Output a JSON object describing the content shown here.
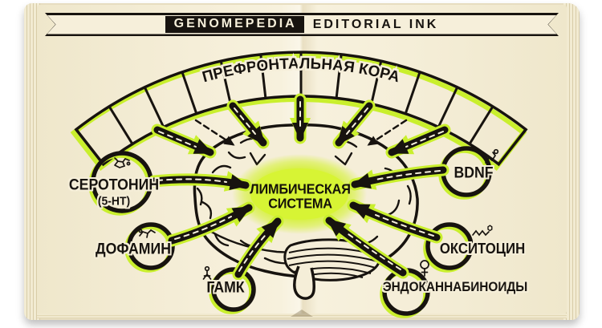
{
  "header": {
    "brand": "GENOMEPEDIA",
    "tagline": "EDITORIAL INK"
  },
  "diagram": {
    "arc_title": "ПРЕФРОНТАЛЬНАЯ КОРА",
    "center": {
      "line1": "ЛИМБИЧЕСКАЯ",
      "line2": "СИСТЕМА"
    },
    "nodes": [
      {
        "id": "serotonin",
        "label": "СЕРОТОНИН",
        "sublabel": "(5-HT)"
      },
      {
        "id": "dopamine",
        "label": "ДОФАМИН"
      },
      {
        "id": "gaba",
        "label": "ГАМК"
      },
      {
        "id": "bdnf",
        "label": "BDNF"
      },
      {
        "id": "oxytocin",
        "label": "ОКСИТОЦИН"
      },
      {
        "id": "endocannabinoids",
        "label": "ЭНДОКАННАБИНОИДЫ"
      }
    ],
    "colors": {
      "accent": "#c9ef2d",
      "ink": "#17130f",
      "paper": "#f5eed8"
    }
  }
}
